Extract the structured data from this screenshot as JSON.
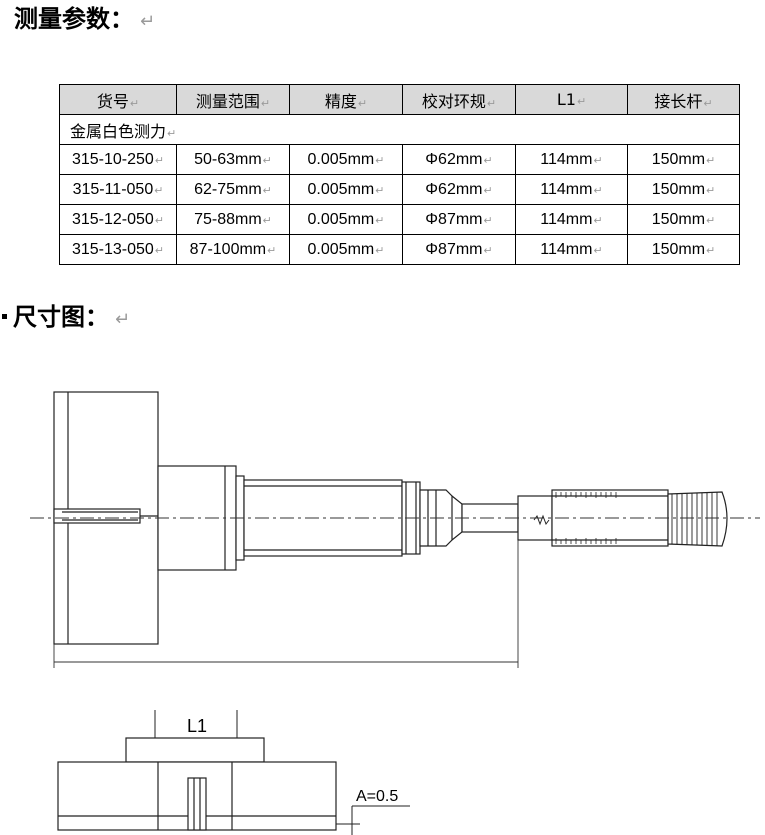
{
  "headings": {
    "params": "测量参数：",
    "dims": "尺寸图：",
    "para_mark": "↵"
  },
  "table": {
    "headers": [
      "货号",
      "测量范围",
      "精度",
      "校对环规",
      "L1",
      "接长杆"
    ],
    "group_label": "金属白色测力",
    "rows": [
      [
        "315-10-250",
        "50-63mm",
        "0.005mm",
        "Φ62mm",
        "114mm",
        "150mm"
      ],
      [
        "315-11-050",
        "62-75mm",
        "0.005mm",
        "Φ62mm",
        "114mm",
        "150mm"
      ],
      [
        "315-12-050",
        "75-88mm",
        "0.005mm",
        "Φ87mm",
        "114mm",
        "150mm"
      ],
      [
        "315-13-050",
        "87-100mm",
        "0.005mm",
        "Φ87mm",
        "114mm",
        "150mm"
      ]
    ],
    "header_bg": "#d9d9d9"
  },
  "drawing": {
    "label_l1": "L1",
    "label_a": "A=0.5"
  }
}
